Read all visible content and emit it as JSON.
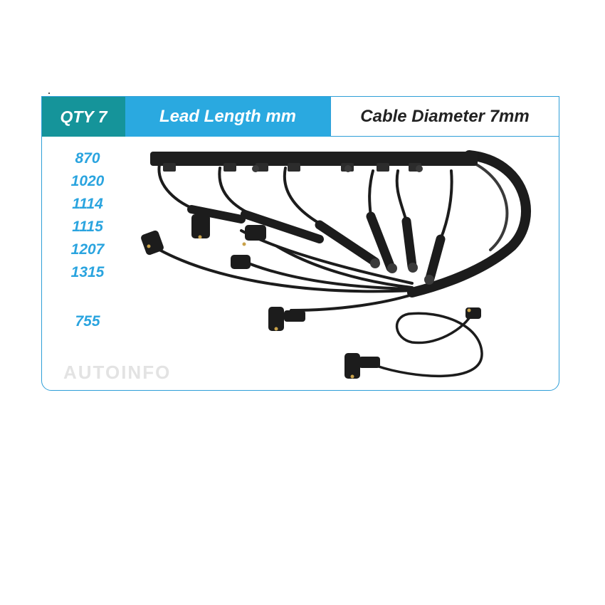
{
  "header": {
    "qty_label": "QTY 7",
    "lead_label": "Lead Length mm",
    "cable_label": "Cable Diameter 7mm"
  },
  "lengths": [
    "870",
    "1020",
    "1114",
    "1115",
    "1207",
    "1315",
    "755"
  ],
  "watermark": "AUTOINFO",
  "colors": {
    "teal": "#15949a",
    "blue": "#2aa9e0",
    "border": "#2f9fd8",
    "cable": "#1c1c1c"
  }
}
